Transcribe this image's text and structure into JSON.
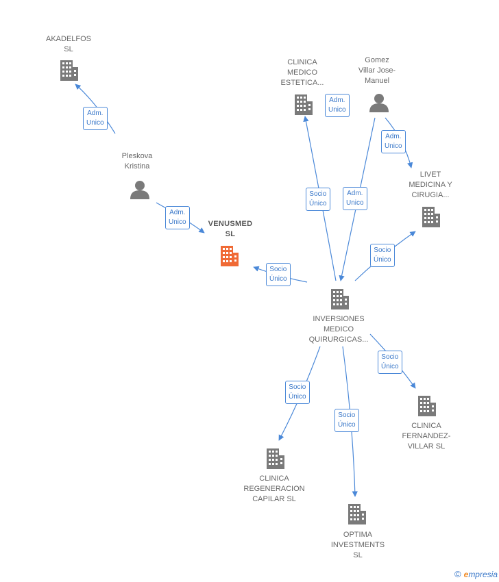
{
  "nodes": {
    "akadelfos": {
      "label": "AKADELFOS\nSL",
      "type": "company"
    },
    "pleskova": {
      "label": "Pleskova\nKristina",
      "type": "person"
    },
    "venusmed": {
      "label": "VENUSMED\nSL",
      "type": "main"
    },
    "clinica_medico": {
      "label": "CLINICA\nMEDICO\nESTETICA...",
      "type": "company"
    },
    "gomez": {
      "label": "Gomez\nVillar Jose-\nManuel",
      "type": "person"
    },
    "livet": {
      "label": "LIVET\nMEDICINA Y\nCIRUGIA...",
      "type": "company"
    },
    "inversiones": {
      "label": "INVERSIONES\nMEDICO\nQUIRURGICAS...",
      "type": "company"
    },
    "clinica_fernandez": {
      "label": "CLINICA\nFERNANDEZ-\nVILLAR SL",
      "type": "company"
    },
    "clinica_regeneracion": {
      "label": "CLINICA\nREGENERACION\nCAPILAR SL",
      "type": "company"
    },
    "optima": {
      "label": "OPTIMA\nINVESTMENTS\nSL",
      "type": "company"
    }
  },
  "edges": [
    {
      "id": "e1",
      "label": "Adm.\nUnico"
    },
    {
      "id": "e2",
      "label": "Adm.\nUnico"
    },
    {
      "id": "e3",
      "label": "Adm.\nUnico"
    },
    {
      "id": "e4",
      "label": "Adm.\nUnico"
    },
    {
      "id": "e5",
      "label": "Adm.\nUnico"
    },
    {
      "id": "e6",
      "label": "Socio\nÚnico"
    },
    {
      "id": "e7",
      "label": "Socio\nÚnico"
    },
    {
      "id": "e8",
      "label": "Socio\nÚnico"
    },
    {
      "id": "e9",
      "label": "Socio\nÚnico"
    },
    {
      "id": "e10",
      "label": "Socio\nÚnico"
    },
    {
      "id": "e11",
      "label": "Socio\nÚnico"
    }
  ],
  "colors": {
    "edge": "#4a88d8",
    "company_icon": "#7a7a7a",
    "main_icon": "#f06a35",
    "person_icon": "#7a7a7a"
  },
  "brand": {
    "copyright": "©",
    "name": "mpresia",
    "initial": "e"
  }
}
